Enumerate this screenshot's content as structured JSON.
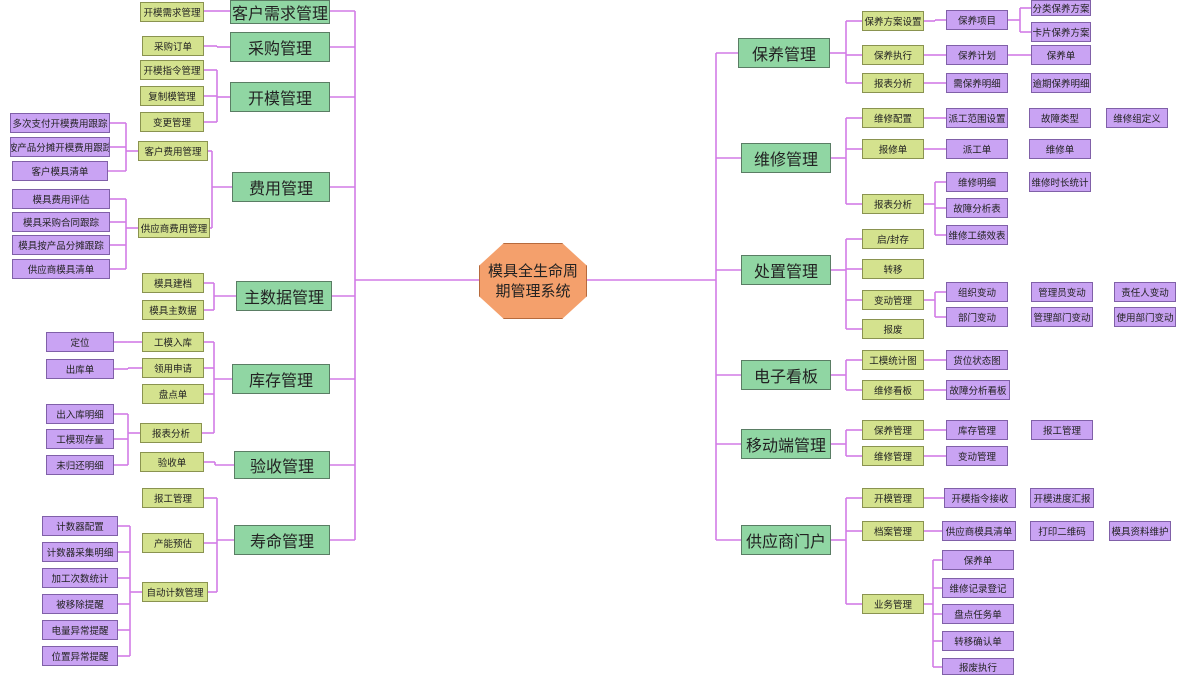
{
  "root": {
    "label": "模具全生命周期管理系统"
  },
  "left": {
    "customer": {
      "label": "客户需求管理",
      "items": [
        "开模需求管理"
      ]
    },
    "purchase": {
      "label": "采购管理",
      "items": [
        "采购订单"
      ]
    },
    "mold_open": {
      "label": "开模管理",
      "items": [
        "开模指令管理",
        "复制模管理",
        "变更管理"
      ]
    },
    "cost": {
      "label": "费用管理",
      "customer_cost": {
        "label": "客户费用管理",
        "items": [
          "多次支付开模费用跟踪",
          "按产品分摊开模费用跟踪",
          "客户模具清单"
        ]
      },
      "supplier_cost": {
        "label": "供应商费用管理",
        "items": [
          "模具费用评估",
          "模具采购合同跟踪",
          "模具按产品分摊跟踪",
          "供应商模具清单"
        ]
      }
    },
    "master": {
      "label": "主数据管理",
      "items": [
        "模具建档",
        "模具主数据"
      ]
    },
    "inventory": {
      "label": "库存管理",
      "inbound": {
        "label": "工模入库",
        "items": [
          "定位"
        ]
      },
      "request": {
        "label": "领用申请",
        "items": [
          "出库单"
        ]
      },
      "count": {
        "label": "盘点单"
      },
      "report": {
        "label": "报表分析",
        "items": [
          "出入库明细",
          "工模现存量",
          "未归还明细"
        ]
      }
    },
    "acceptance": {
      "label": "验收管理",
      "items": [
        "验收单"
      ]
    },
    "life": {
      "label": "寿命管理",
      "work_report": {
        "label": "报工管理"
      },
      "forecast": {
        "label": "产能预估"
      },
      "auto_count": {
        "label": "自动计数管理",
        "items": [
          "计数器配置",
          "计数器采集明细",
          "加工次数统计",
          "被移除提醒",
          "电量异常提醒",
          "位置异常提醒"
        ]
      }
    }
  },
  "right": {
    "maintenance": {
      "label": "保养管理",
      "plan_setting": {
        "label": "保养方案设置",
        "item": {
          "label": "保养项目",
          "children": [
            "分类保养方案",
            "卡片保养方案"
          ]
        }
      },
      "execution": {
        "label": "保养执行",
        "item": {
          "label": "保养计划",
          "children": [
            "保养单"
          ]
        }
      },
      "report": {
        "label": "报表分析",
        "items": [
          "需保养明细",
          "逾期保养明细"
        ]
      }
    },
    "repair": {
      "label": "维修管理",
      "config": {
        "label": "维修配置",
        "items": [
          "派工范围设置",
          "故障类型",
          "维修组定义"
        ]
      },
      "order": {
        "label": "报修单",
        "items": [
          "派工单",
          "维修单"
        ]
      },
      "report": {
        "label": "报表分析",
        "items": [
          "维修明细",
          "维修时长统计",
          "故障分析表",
          "维修工绩效表"
        ]
      }
    },
    "disposal": {
      "label": "处置管理",
      "seal": {
        "label": "启/封存"
      },
      "transfer": {
        "label": "转移"
      },
      "change": {
        "label": "变动管理",
        "items": [
          "组织变动",
          "管理员变动",
          "责任人变动",
          "部门变动",
          "管理部门变动",
          "使用部门变动"
        ]
      },
      "scrap": {
        "label": "报废"
      }
    },
    "kanban": {
      "label": "电子看板",
      "stats": {
        "label": "工模统计图",
        "items": [
          "货位状态图"
        ]
      },
      "repair_board": {
        "label": "维修看板",
        "items": [
          "故障分析看板"
        ]
      }
    },
    "mobile": {
      "label": "移动端管理",
      "maint": {
        "label": "保养管理",
        "items": [
          "库存管理",
          "报工管理"
        ]
      },
      "repair": {
        "label": "维修管理",
        "items": [
          "变动管理"
        ]
      }
    },
    "supplier": {
      "label": "供应商门户",
      "mold_open": {
        "label": "开模管理",
        "items": [
          "开模指令接收",
          "开模进度汇报"
        ]
      },
      "archive": {
        "label": "档案管理",
        "items": [
          "供应商模具清单",
          "打印二维码",
          "模具资料维护"
        ]
      },
      "business": {
        "label": "业务管理",
        "items": [
          "保养单",
          "维修记录登记",
          "盘点任务单",
          "转移确认单",
          "报废执行"
        ]
      }
    }
  },
  "colors": {
    "connector": "#d27ce6",
    "level1": "#90d6a3",
    "level2": "#d4e28e",
    "level3": "#c9a3f3",
    "root": "#f4a06c"
  }
}
